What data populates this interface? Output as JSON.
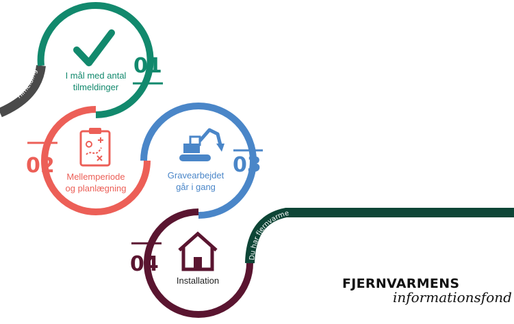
{
  "colors": {
    "tilmelding": "#4a4a4a",
    "step1": "#12896d",
    "step2": "#ec5f57",
    "step3": "#4a86c8",
    "step4": "#5a1530",
    "fjernvarme": "#0d4536"
  },
  "path_labels": {
    "start": "Tilmelding",
    "end": "Du har fjernvarme"
  },
  "steps": [
    {
      "number": "01",
      "label_line1": "I mål med antal",
      "label_line2": "tilmeldinger",
      "icon": "checkmark-icon"
    },
    {
      "number": "02",
      "label_line1": "Mellemperiode",
      "label_line2": "og planlægning",
      "icon": "clipboard-plan-icon"
    },
    {
      "number": "03",
      "label_line1": "Gravearbejdet",
      "label_line2": "går i gang",
      "icon": "excavator-icon"
    },
    {
      "number": "04",
      "label_line1": "Installation",
      "label_line2": "",
      "icon": "house-icon"
    }
  ],
  "logo": {
    "line1": "FJERNVARMENS",
    "line2": "informationsfond"
  }
}
